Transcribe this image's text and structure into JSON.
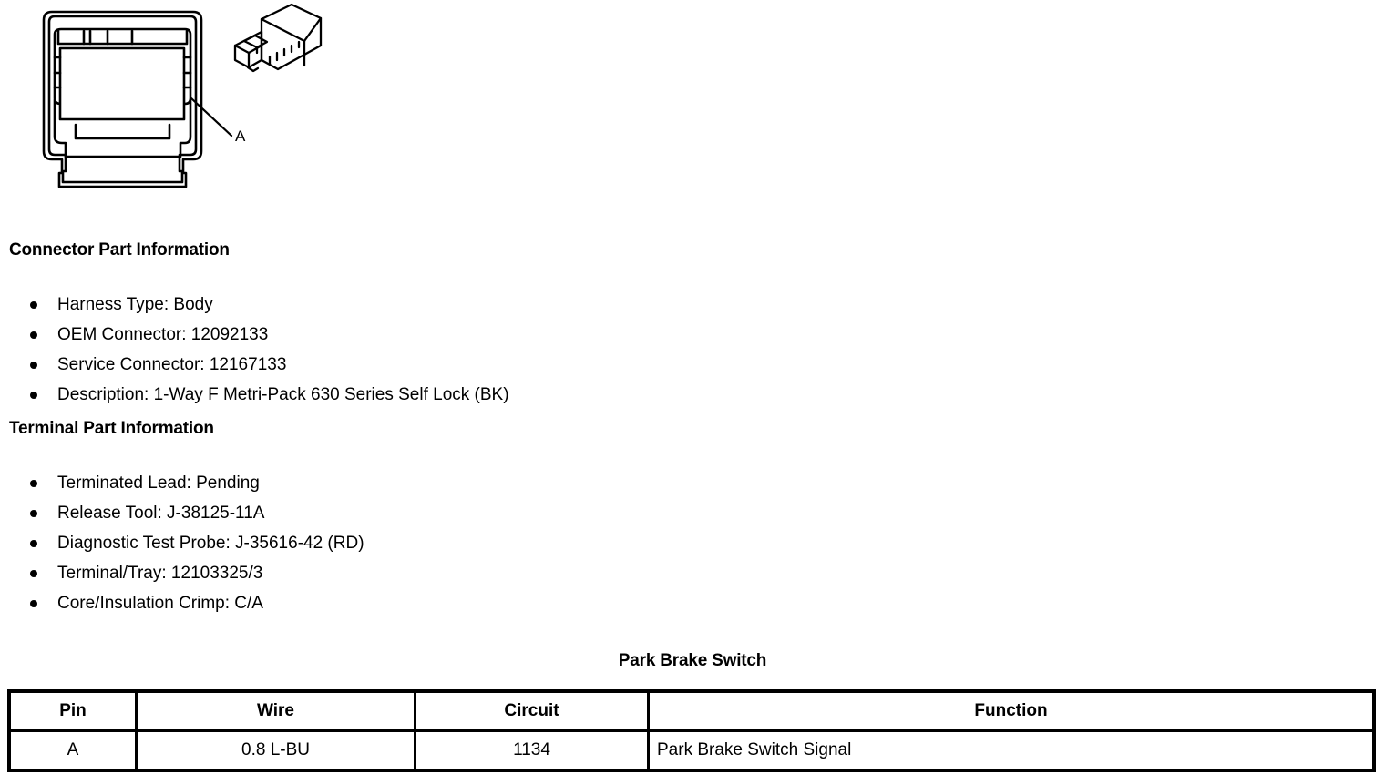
{
  "illustration": {
    "callout_label": "A",
    "front_view_name": "connector-front-view",
    "iso_view_name": "connector-isometric-view"
  },
  "connector_part": {
    "heading": "Connector Part Information",
    "items": [
      "Harness Type: Body",
      "OEM Connector: 12092133",
      "Service Connector: 12167133",
      "Description: 1-Way F Metri-Pack 630 Series Self Lock (BK)"
    ]
  },
  "terminal_part": {
    "heading": "Terminal Part Information",
    "items": [
      "Terminated Lead: Pending",
      "Release Tool: J-38125-11A",
      "Diagnostic Test Probe: J-35616-42 (RD)",
      "Terminal/Tray: 12103325/3",
      "Core/Insulation Crimp: C/A"
    ]
  },
  "pinout": {
    "title": "Park Brake Switch",
    "columns": [
      "Pin",
      "Wire",
      "Circuit",
      "Function"
    ],
    "rows": [
      {
        "pin": "A",
        "wire": "0.8 L-BU",
        "circuit": "1134",
        "function": "Park Brake Switch Signal"
      }
    ]
  },
  "colors": {
    "ink": "#000000",
    "paper": "#ffffff"
  }
}
